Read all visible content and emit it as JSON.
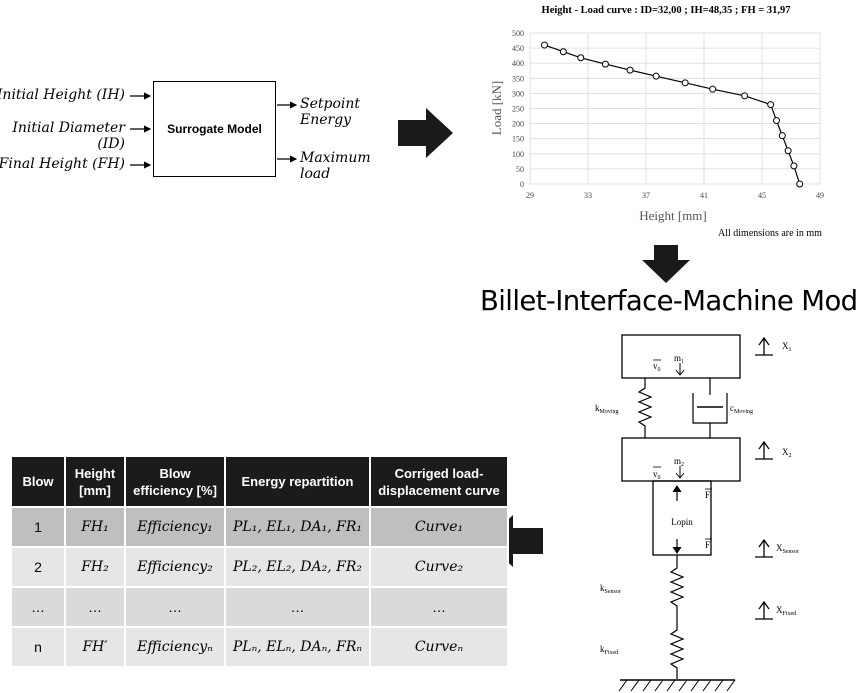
{
  "surrogate": {
    "box_label": "Surrogate Model",
    "inputs": [
      "Initial Height (IH)",
      "Initial Diameter (ID)",
      "Final Height (FH)"
    ],
    "outputs": [
      "Setpoint Energy",
      "Maximum load"
    ]
  },
  "chart_data": {
    "type": "line",
    "title": "Height - Load curve : ID=32,00  ; IH=48,35 ; FH = 31,97",
    "xlabel": "Height [mm]",
    "ylabel": "Load [kN]",
    "xlim": [
      29,
      49
    ],
    "ylim": [
      0,
      500
    ],
    "xticks": [
      "29",
      "33",
      "37",
      "41",
      "45",
      "49"
    ],
    "yticks": [
      "0",
      "50",
      "100",
      "150",
      "200",
      "250",
      "300",
      "350",
      "400",
      "450",
      "500"
    ],
    "grid": true,
    "series": [
      {
        "x": [
          30.0,
          31.3,
          32.5,
          34.2,
          35.9,
          37.7,
          39.7,
          41.6,
          43.8,
          45.6,
          46.0,
          46.4,
          46.8,
          47.2,
          47.6
        ],
        "y": [
          460,
          438,
          418,
          397,
          377,
          357,
          335,
          314,
          292,
          263,
          210,
          160,
          110,
          60,
          0
        ]
      }
    ]
  },
  "dims_note": "All dimensions are in mm",
  "model_title": "Billet-Interface-Machine Model",
  "table": {
    "headers": [
      "Blow",
      "Height\n[mm]",
      "Blow\nefficiency [%]",
      "Energy repartition",
      "Corriged load-\ndisplacement curve"
    ],
    "rows": [
      {
        "blow": "1",
        "height": "FH₁",
        "eff": "Efficiency₁",
        "energy": "PL₁, EL₁, DA₁, FR₁",
        "curve": "Curve₁"
      },
      {
        "blow": "2",
        "height": "FH₂",
        "eff": "Efficiency₂",
        "energy": "PL₂, EL₂, DA₂, FR₂",
        "curve": "Curve₂"
      },
      {
        "blow": "…",
        "height": "…",
        "eff": "…",
        "energy": "…",
        "curve": "…"
      },
      {
        "blow": "n",
        "height": "FH′",
        "eff": "Efficiencyₙ",
        "energy": "PLₙ, ELₙ, DAₙ, FRₙ",
        "curve": "Curveₙ"
      }
    ]
  },
  "schematic": {
    "m1": "m",
    "m1_sub": "1",
    "m2": "m",
    "m2_sub": "2",
    "v0": "v",
    "v0_sub": "0",
    "force": "F",
    "lopin": "Lopin",
    "x1": "X",
    "x1_sub": "1",
    "x2": "X",
    "x2_sub": "2",
    "xsensor": "X",
    "xsensor_sub": "Sensor",
    "xfixed": "X",
    "xfixed_sub": "Fixed",
    "kmoving": "k",
    "kmoving_sub": "Moving",
    "cmoving": "c",
    "cmoving_sub": "Moving",
    "ksensor": "k",
    "ksensor_sub": "Sensor",
    "kfixed": "k",
    "kfixed_sub": "Fixed"
  },
  "colors": {
    "header_bg": "#1b1b1b",
    "row_dark": "#bfbfbf",
    "row_light": "#e6e6e6",
    "arrow": "#1a1a1a"
  }
}
